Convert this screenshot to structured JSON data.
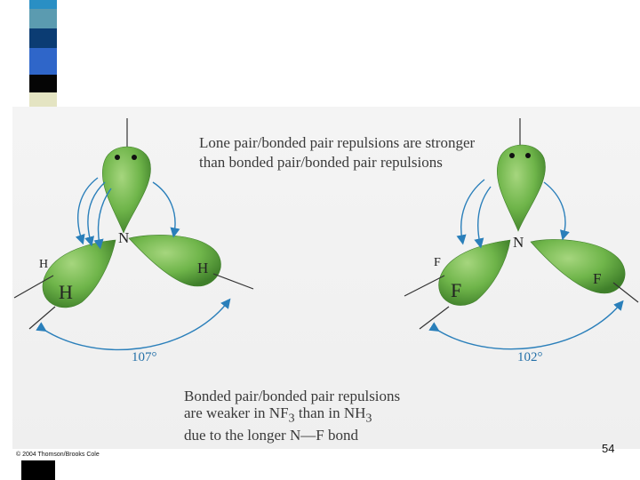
{
  "caption_top": "Lone pair/bonded pair repulsions are stronger than bonded pair/bonded pair repulsions",
  "caption_bottom": {
    "line1": "Bonded pair/bonded pair repulsions",
    "line2_pre": "are weaker in NF",
    "line2_mid": " than in NH",
    "line3": "due to the longer N—F bond",
    "sub": "3"
  },
  "nh3": {
    "central": "N",
    "atom_small_left": "H",
    "atom_large": "H",
    "atom_right": "H",
    "angle": "107°"
  },
  "nf3": {
    "central": "N",
    "atom_small_left": "F",
    "atom_large": "F",
    "atom_right": "F",
    "angle": "102°"
  },
  "copyright": "© 2004 Thomson/Brooks Cole",
  "slide_number": "54",
  "colors": {
    "lobe": "#6fb54a",
    "lobe_dark": "#3f7f2a",
    "arrow": "#2a7fba"
  }
}
